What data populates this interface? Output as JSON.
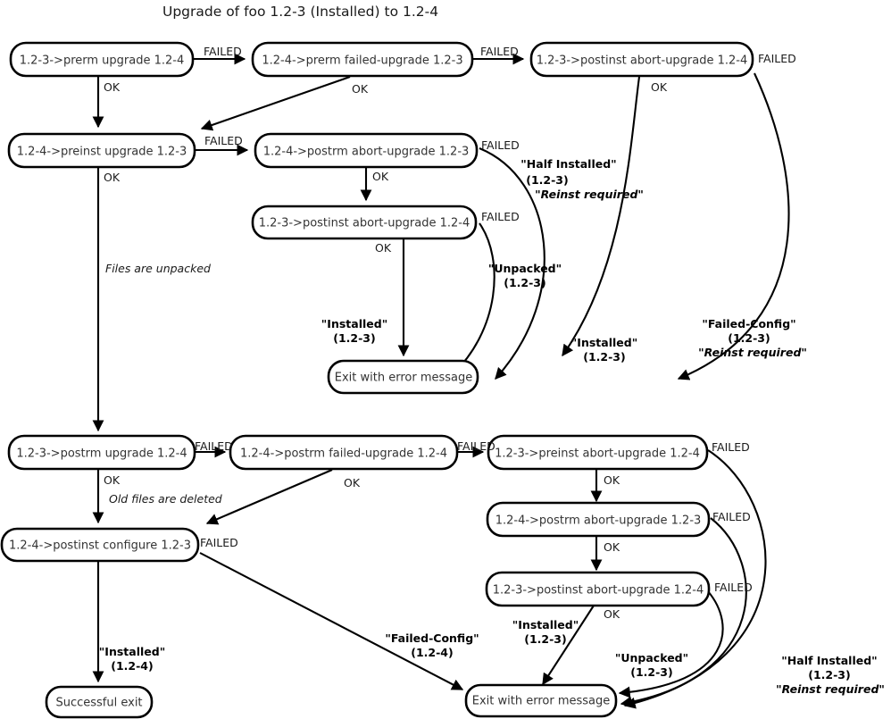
{
  "title": "Upgrade of foo 1.2-3 (Installed) to 1.2-4",
  "nodes": {
    "prerm_upgrade": "1.2-3->prerm upgrade 1.2-4",
    "prerm_failed_upgrade": "1.2-4->prerm failed-upgrade 1.2-3",
    "postinst_abort_upgrade_top": "1.2-3->postinst abort-upgrade 1.2-4",
    "preinst_upgrade": "1.2-4->preinst upgrade 1.2-3",
    "postrm_abort_upgrade_mid": "1.2-4->postrm abort-upgrade 1.2-3",
    "postinst_abort_upgrade_mid": "1.2-3->postinst abort-upgrade 1.2-4",
    "exit_error_mid": "Exit with error message",
    "postrm_upgrade": "1.2-3->postrm upgrade 1.2-4",
    "postrm_failed_upgrade": "1.2-4->postrm failed-upgrade 1.2-4",
    "preinst_abort_upgrade": "1.2-3->preinst abort-upgrade 1.2-4",
    "postrm_abort_upgrade_low": "1.2-4->postrm abort-upgrade 1.2-3",
    "postinst_abort_upgrade_low": "1.2-3->postinst abort-upgrade 1.2-4",
    "postinst_configure": "1.2-4->postinst configure 1.2-3",
    "successful_exit": "Successful exit",
    "exit_error_low": "Exit with error message"
  },
  "edge_labels": {
    "failed": "FAILED",
    "ok": "OK"
  },
  "notes": {
    "files_unpacked": "Files are unpacked",
    "old_files_deleted": "Old files are deleted"
  },
  "states": {
    "half_installed_123_a": {
      "line1": "\"Half Installed\"",
      "line2": "(1.2-3)",
      "line3": "\"Reinst required\""
    },
    "unpacked_123_a": {
      "line1": "\"Unpacked\"",
      "line2": "(1.2-3)"
    },
    "installed_123_a": {
      "line1": "\"Installed\"",
      "line2": "(1.2-3)"
    },
    "installed_123_b": {
      "line1": "\"Installed\"",
      "line2": "(1.2-3)"
    },
    "failed_config_123": {
      "line1": "\"Failed-Config\"",
      "line2": "(1.2-3)",
      "line3": "\"Reinst required\""
    },
    "failed_config_124": {
      "line1": "\"Failed-Config\"",
      "line2": "(1.2-4)"
    },
    "installed_124": {
      "line1": "\"Installed\"",
      "line2": "(1.2-4)"
    },
    "installed_123_c": {
      "line1": "\"Installed\"",
      "line2": "(1.2-3)"
    },
    "unpacked_123_b": {
      "line1": "\"Unpacked\"",
      "line2": "(1.2-3)"
    },
    "half_installed_123_b": {
      "line1": "\"Half Installed\"",
      "line2": "(1.2-3)",
      "line3": "\"Reinst required\""
    }
  },
  "colors": {
    "background": "#ffffff",
    "stroke": "#000000",
    "node_text": "#333333",
    "title_text": "#1a1a1a"
  }
}
